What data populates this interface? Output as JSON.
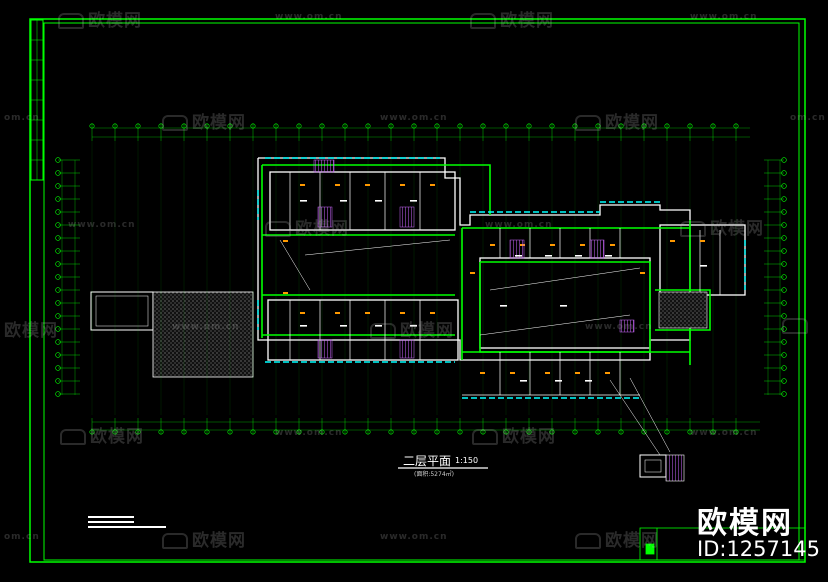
{
  "drawing": {
    "title": "二层平面",
    "scale": "1:150",
    "subtitle": "(面积:5274㎡)"
  },
  "watermark": {
    "brand": "欧模网",
    "url": "www.om.cn",
    "url_short": "om.cn"
  },
  "badge": {
    "brand": "欧模网",
    "id": "ID:1257145"
  },
  "colors": {
    "background": "#000000",
    "frame": "#00ff00",
    "wall": "#ffffff",
    "grid": "#00ff00",
    "dimension": "#00cc00",
    "window": "#00ffff",
    "door": "#ff9900",
    "hatch": "#888888",
    "stair": "#cc66ff"
  }
}
